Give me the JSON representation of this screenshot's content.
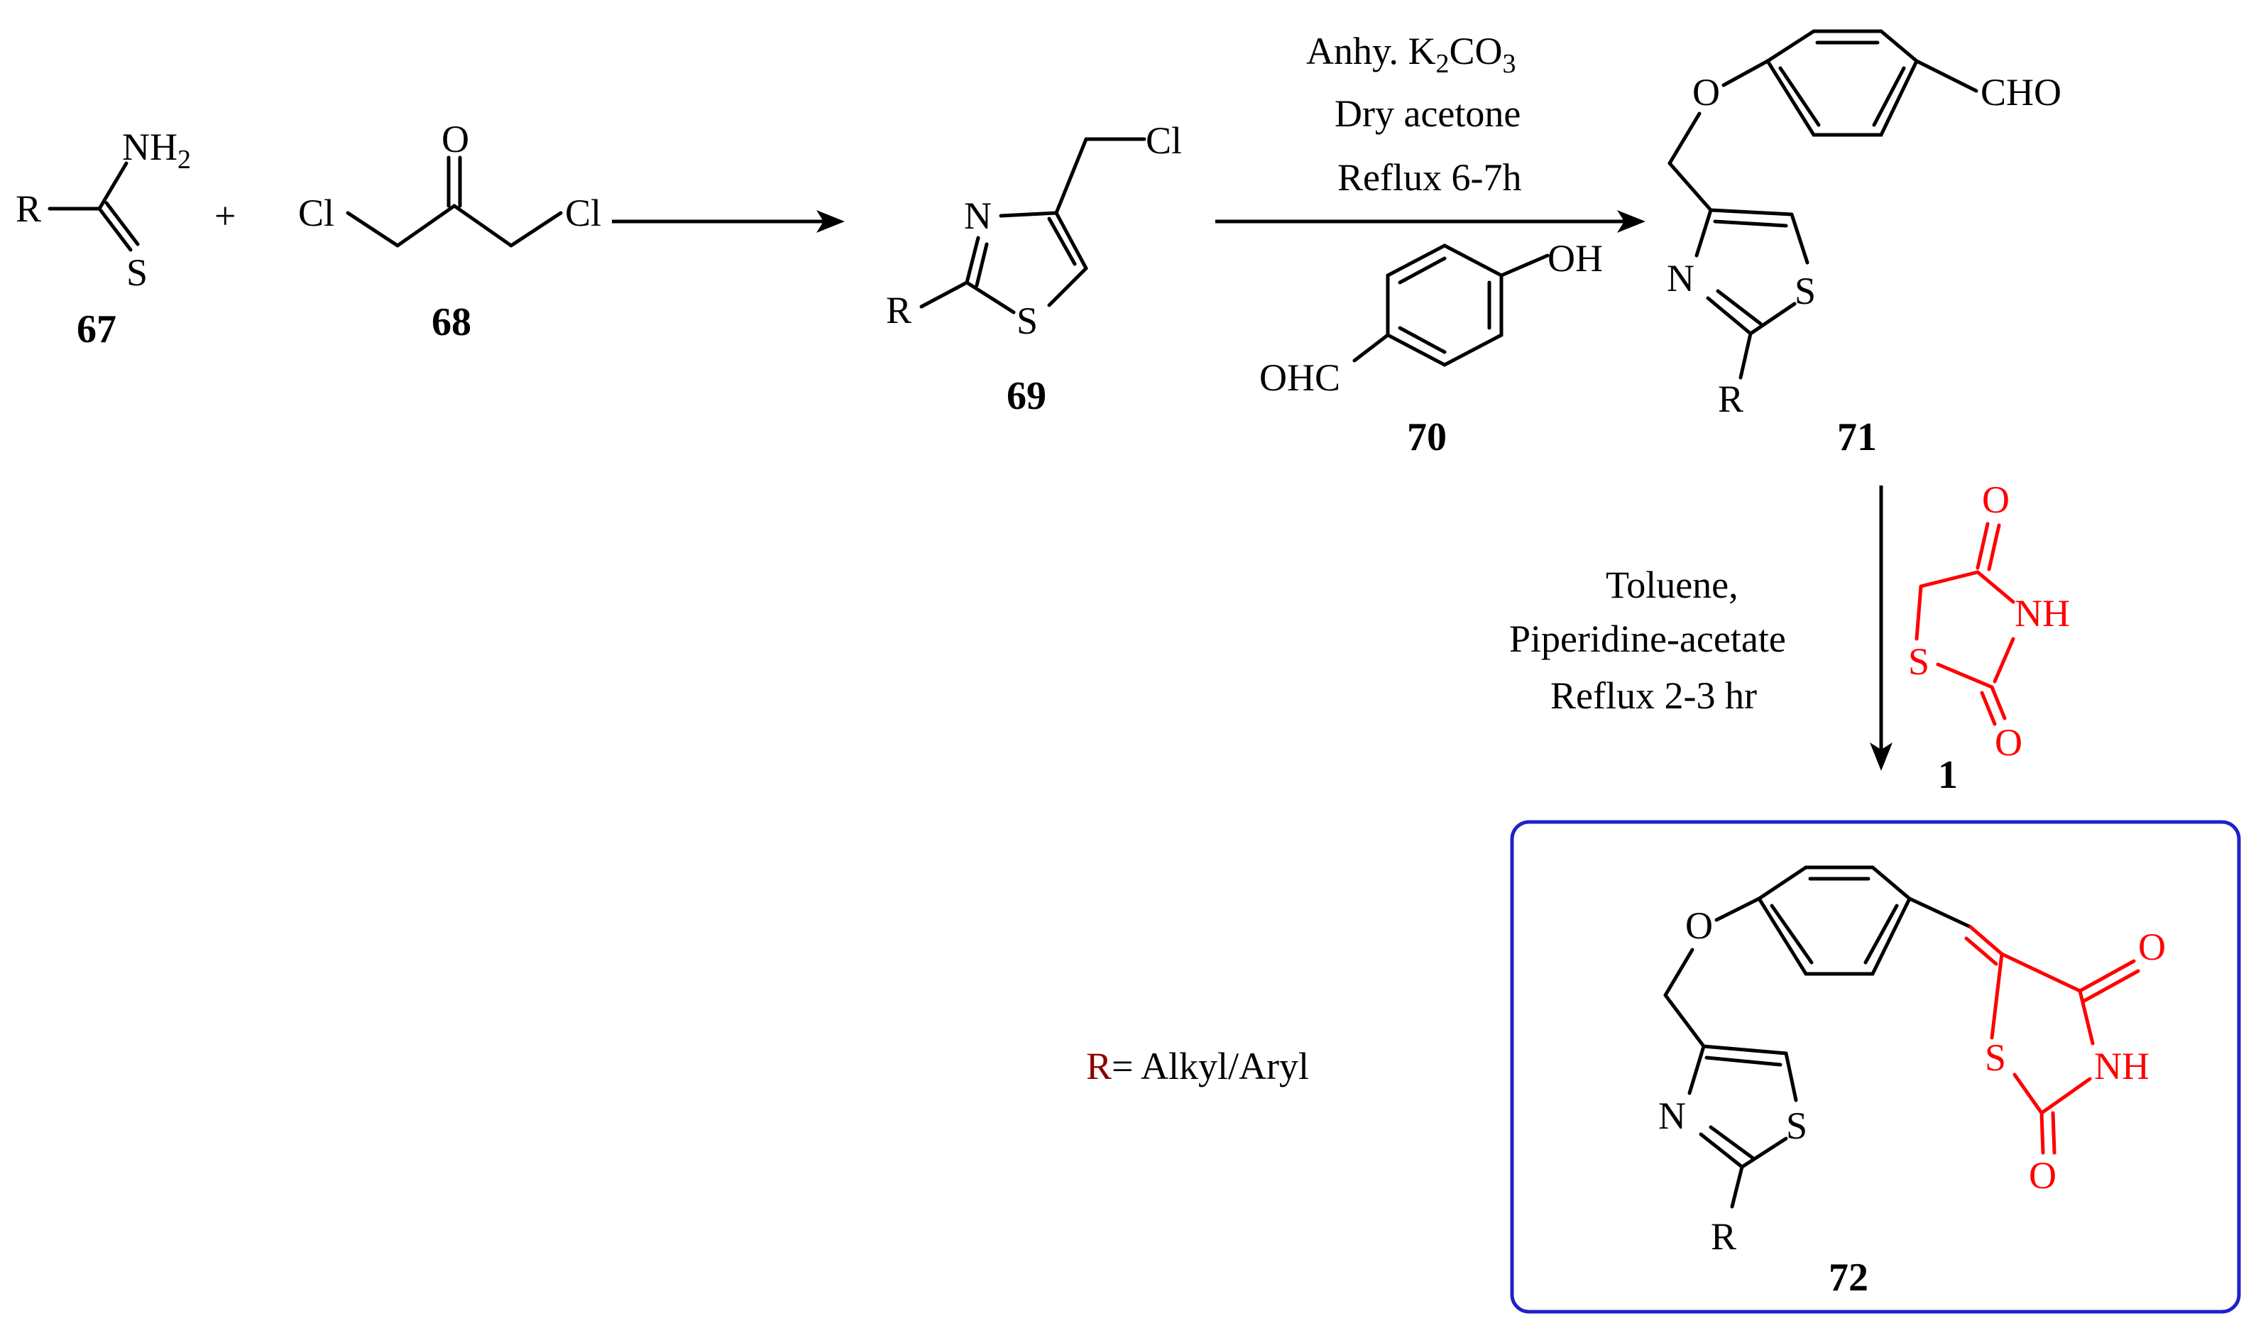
{
  "compounds": {
    "c67": {
      "label": "67",
      "R": "R",
      "N": "NH",
      "N_sub": "2",
      "S": "S"
    },
    "c68": {
      "label": "68",
      "Cl1": "Cl",
      "O": "O",
      "Cl2": "Cl"
    },
    "plus": "+",
    "c69": {
      "label": "69",
      "N": "N",
      "S": "S",
      "R": "R",
      "Cl": "Cl"
    },
    "c70": {
      "label": "70",
      "OH": "OH",
      "OHC": "OHC"
    },
    "c71": {
      "label": "71",
      "O": "O",
      "CHO": "CHO",
      "N": "N",
      "S": "S",
      "R": "R"
    },
    "c1": {
      "label": "1",
      "O1": "O",
      "NH": "NH",
      "S": "S",
      "O2": "O"
    },
    "c72": {
      "label": "72",
      "O": "O",
      "N": "N",
      "S": "S",
      "R": "R",
      "O1": "O",
      "S2": "S",
      "NH": "NH",
      "O2": "O"
    }
  },
  "conditions": {
    "step2": {
      "line1_pre": "Anhy. K",
      "line1_sub1": "2",
      "line1_mid": "CO",
      "line1_sub2": "3",
      "line2": "Dry acetone",
      "line3": "Reflux 6-7h"
    },
    "step3": {
      "line1": "Toluene,",
      "line2": "Piperidine-acetate",
      "line3": "Reflux 2-3 hr"
    }
  },
  "legend": {
    "R": "R",
    "text": "= Alkyl/Aryl"
  },
  "colors": {
    "highlight": "#ff0000",
    "box": "#2020c8",
    "legend_r": "#8b0000"
  }
}
